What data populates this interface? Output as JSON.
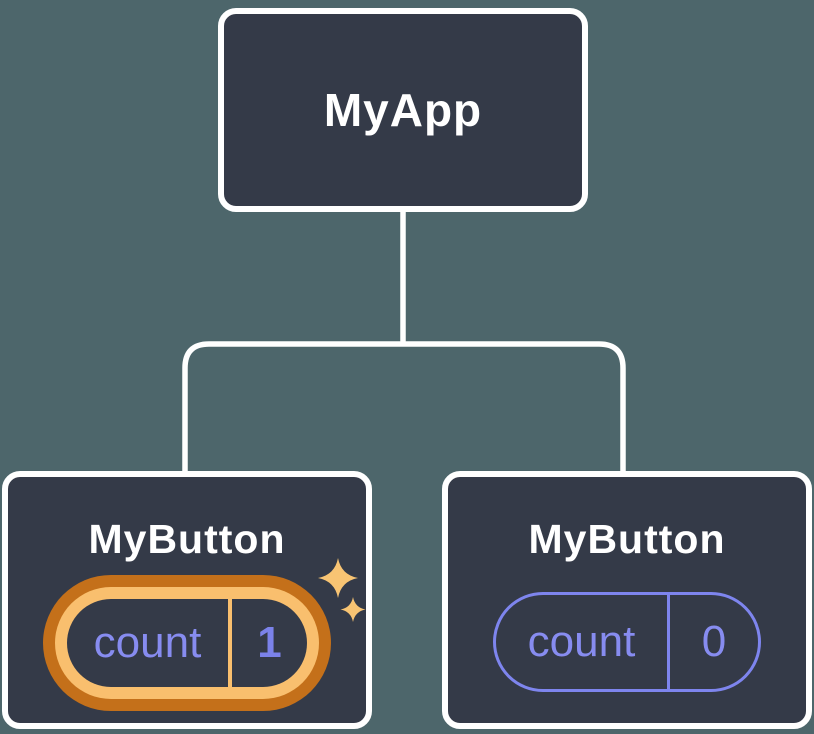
{
  "palette": {
    "bg": "#4D666B",
    "node_bg": "#343A48",
    "node_border": "#FFFFFF",
    "title": "#FFFFFF",
    "purple": "#878CF0",
    "purple_strong": "#7B82EA",
    "pill_purple": "#7E85EE",
    "orange_outer": "#C4701A",
    "orange_inner": "#F9BF6E",
    "sparkle": "#F8C473",
    "connector": "#FFFFFF"
  },
  "diagram": {
    "root": {
      "label": "MyApp"
    },
    "children": [
      {
        "label": "MyButton",
        "state_key": "count",
        "state_value": "1",
        "highlighted": true
      },
      {
        "label": "MyButton",
        "state_key": "count",
        "state_value": "0",
        "highlighted": false
      }
    ]
  }
}
